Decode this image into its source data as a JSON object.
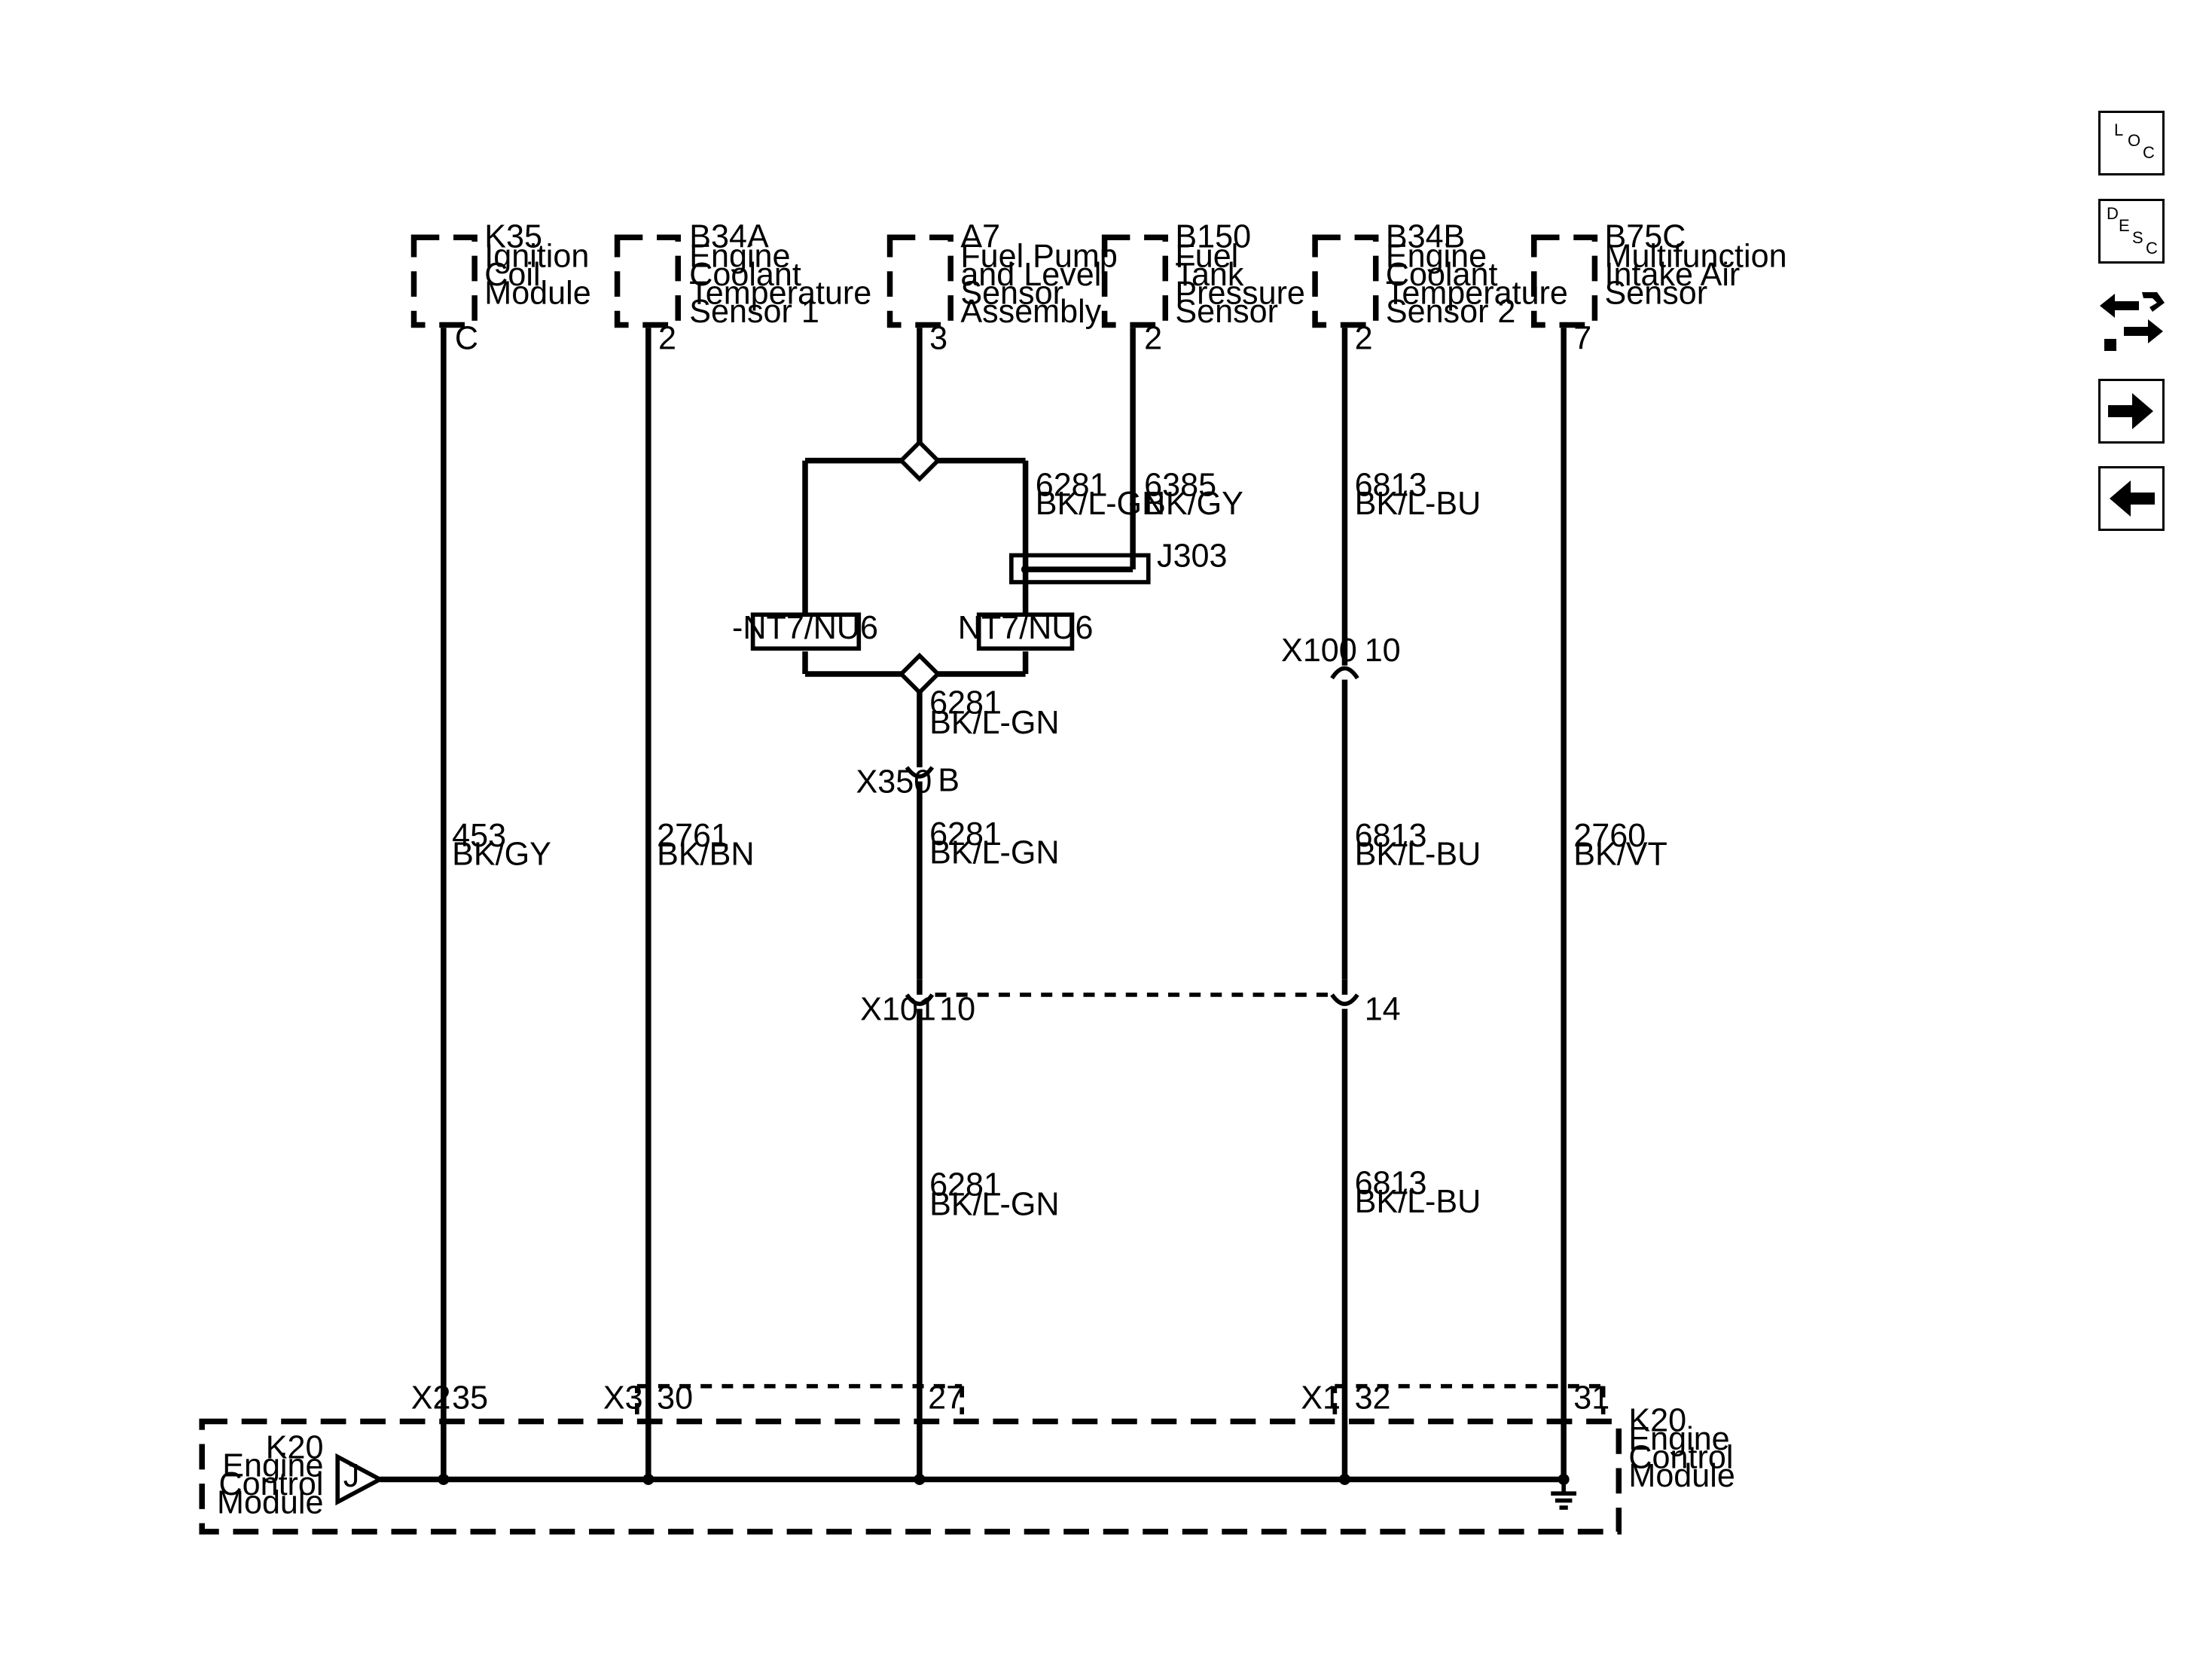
{
  "components": [
    {
      "id": "K35",
      "name_lines": [
        "Ignition",
        "Coil",
        "Module"
      ],
      "pin": "C"
    },
    {
      "id": "B34A",
      "name_lines": [
        "Engine",
        "Coolant",
        "Temperature",
        "Sensor 1"
      ],
      "pin": "2"
    },
    {
      "id": "A7",
      "name_lines": [
        "Fuel Pump",
        "and Level",
        "Sensor",
        "Assembly"
      ],
      "pin": "3"
    },
    {
      "id": "B150",
      "name_lines": [
        "Fuel",
        "Tank",
        "Pressure",
        "Sensor"
      ],
      "pin": "2"
    },
    {
      "id": "B34B",
      "name_lines": [
        "Engine",
        "Coolant",
        "Temperature",
        "Sensor 2"
      ],
      "pin": "2"
    },
    {
      "id": "B75C",
      "name_lines": [
        "Multifunction",
        "Intake Air",
        "Sensor"
      ],
      "pin": "7"
    }
  ],
  "wires": {
    "k35": {
      "circuit": "453",
      "color": "BK/GY"
    },
    "b34a": {
      "circuit": "2761",
      "color": "BK/BN"
    },
    "a7_top": {
      "circuit": "6281",
      "color": "BK/L-GN"
    },
    "b150": {
      "circuit": "6385",
      "color": "BK/GY"
    },
    "a7_mid": {
      "circuit": "6281",
      "color": "BK/L-GN"
    },
    "a7_low": {
      "circuit": "6281",
      "color": "BK/L-GN"
    },
    "a7_bot": {
      "circuit": "6281",
      "color": "BK/L-GN"
    },
    "b34b_top": {
      "circuit": "6813",
      "color": "BK/L-BU"
    },
    "b34b_mid": {
      "circuit": "6813",
      "color": "BK/L-BU"
    },
    "b34b_bot": {
      "circuit": "6813",
      "color": "BK/L-BU"
    },
    "b75c": {
      "circuit": "2760",
      "color": "BK/VT"
    }
  },
  "options": {
    "left": "-NT7/NU6",
    "right": "NT7/NU6"
  },
  "splice": "J303",
  "connectors": {
    "x100": {
      "id": "X100",
      "pin": "10"
    },
    "x350": {
      "id": "X350",
      "pin": "B"
    },
    "x101": {
      "id": "X101",
      "pin_left": "10",
      "pin_right": "14"
    }
  },
  "ecm": {
    "x2": {
      "id": "X2",
      "pin": "35"
    },
    "x3": {
      "id": "X3",
      "pin_a": "30",
      "pin_b": "27"
    },
    "x1": {
      "id": "X1",
      "pin_a": "32",
      "pin_b": "31"
    },
    "left_name_lines": [
      "K20",
      "Engine",
      "Control",
      "Module"
    ],
    "right_name_lines": [
      "K20",
      "Engine",
      "Control",
      "Module"
    ],
    "buffer_label": "J"
  },
  "nav": {
    "loc": [
      "L",
      "O",
      "C"
    ],
    "desc": [
      "D",
      "E",
      "S",
      "C"
    ],
    "icons": [
      "swap-tools-icon",
      "arrow-right-icon",
      "arrow-left-icon"
    ]
  }
}
